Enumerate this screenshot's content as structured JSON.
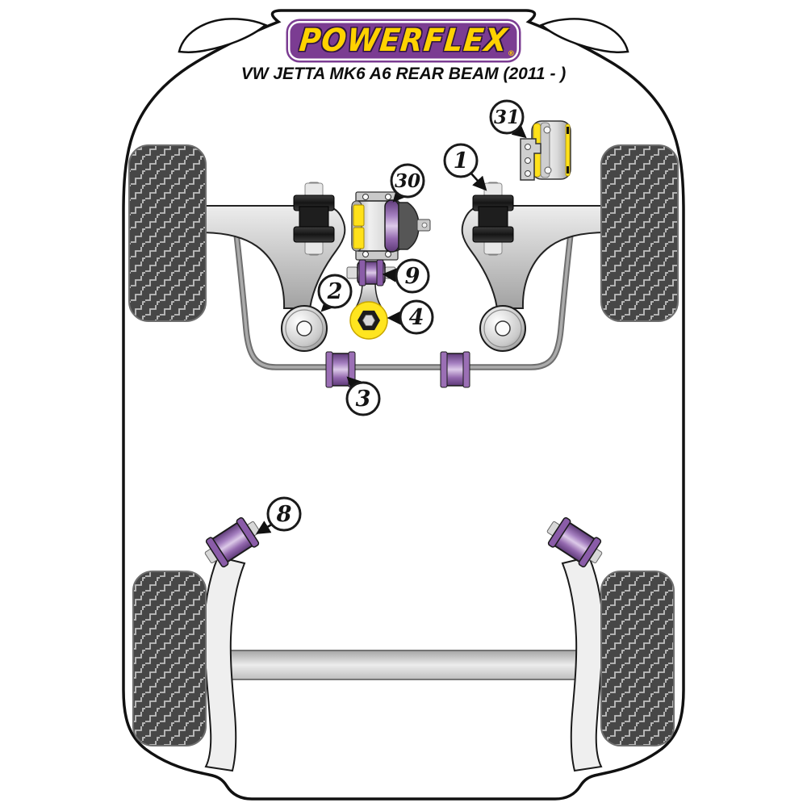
{
  "header": {
    "brand": "POWERFLEX",
    "registered_mark": "®",
    "title": "VW JETTA MK6 A6 REAR BEAM (2011 - )"
  },
  "callouts": [
    {
      "id": "1"
    },
    {
      "id": "2"
    },
    {
      "id": "3"
    },
    {
      "id": "4"
    },
    {
      "id": "8"
    },
    {
      "id": "9"
    },
    {
      "id": "30"
    },
    {
      "id": "31"
    }
  ],
  "colors": {
    "brand_purple": "#7B3C92",
    "brand_yellow": "#FFD200",
    "bushing_purple": "#9B6FB5",
    "bushing_yellow": "#FFE11A",
    "rubber_black": "#1E1E1E",
    "metal_gray": "#C8C8C8",
    "outline_black": "#111111"
  }
}
